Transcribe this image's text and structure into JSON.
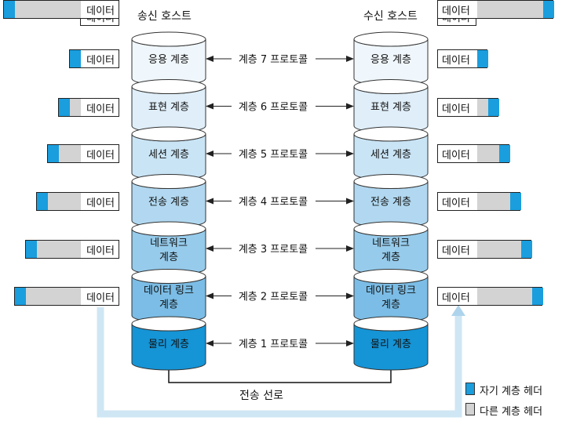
{
  "colors": {
    "own_header": "#1a9ede",
    "other_header": "#d3d3d3",
    "path": "#cfe6f4",
    "arrow_up": "#aed3ec"
  },
  "sender_title": "송신 호스트",
  "receiver_title": "수신 호스트",
  "data_label": "데이터",
  "medium_label": "전송 선로",
  "legend": {
    "own": "자기 계층 헤더",
    "other": "다른 계층 헤더"
  },
  "layers": [
    {
      "name": "응용 계층",
      "protocol": "계층 7 프로토콜",
      "color": "#f0f7fc"
    },
    {
      "name": "표현 계층",
      "protocol": "계층 6 프로토콜",
      "color": "#dfeef9"
    },
    {
      "name": "세션 계층",
      "protocol": "계층 5 프로토콜",
      "color": "#c9e4f5"
    },
    {
      "name": "전송 계층",
      "protocol": "계층 4 프로토콜",
      "color": "#b1d8f0"
    },
    {
      "name": "네트워크\n계층",
      "protocol": "계층 3 프로토콜",
      "color": "#96cbeb"
    },
    {
      "name": "데이터 링크\n계층",
      "protocol": "계층 2 프로토콜",
      "color": "#7bbde6"
    },
    {
      "name": "물리 계층",
      "protocol": "계층 1 프로토콜",
      "color": "#1594d6"
    }
  ]
}
